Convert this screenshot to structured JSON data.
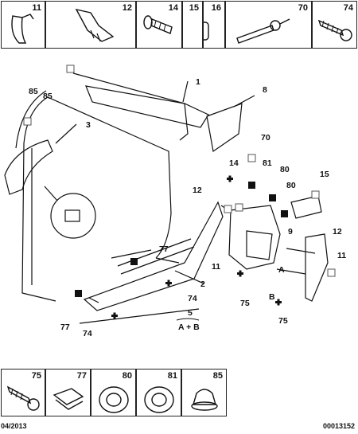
{
  "top_strip": [
    {
      "num": "11",
      "icon": "clip-icon"
    },
    {
      "num": "12",
      "icon": "bracket-clip-icon"
    },
    {
      "num": "14",
      "icon": "push-pin-icon"
    },
    {
      "num": "15",
      "icon": "nut-icon"
    },
    {
      "num": "16",
      "icon": "grommet-icon"
    },
    {
      "num": "70",
      "icon": "cable-tie-icon"
    },
    {
      "num": "74",
      "icon": "screw-icon"
    }
  ],
  "callouts": {
    "c85a": "85",
    "c85b": "85",
    "c1": "1",
    "c3": "3",
    "c8": "8",
    "c70": "70",
    "c14": "14",
    "c81": "81",
    "c80a": "80",
    "c80b": "80",
    "c15": "15",
    "c12a": "12",
    "c12b": "12",
    "c9": "9",
    "c77a": "77",
    "c77b": "77",
    "c11a": "11",
    "c11b": "11",
    "c2": "2",
    "c74a": "74",
    "c74b": "74",
    "c75a": "75",
    "c75b": "75",
    "cA": "A",
    "cB": "B",
    "c5": "5",
    "cAB": "A + B"
  },
  "bottom_strip": [
    {
      "num": "75",
      "icon": "self-tapping-screw-icon"
    },
    {
      "num": "77",
      "icon": "spring-clip-icon"
    },
    {
      "num": "80",
      "icon": "grommet-ring-icon"
    },
    {
      "num": "81",
      "icon": "grommet-ring-icon"
    },
    {
      "num": "85",
      "icon": "retaining-clip-icon"
    }
  ],
  "footer": {
    "date": "04/2013",
    "ref": "00013152"
  }
}
